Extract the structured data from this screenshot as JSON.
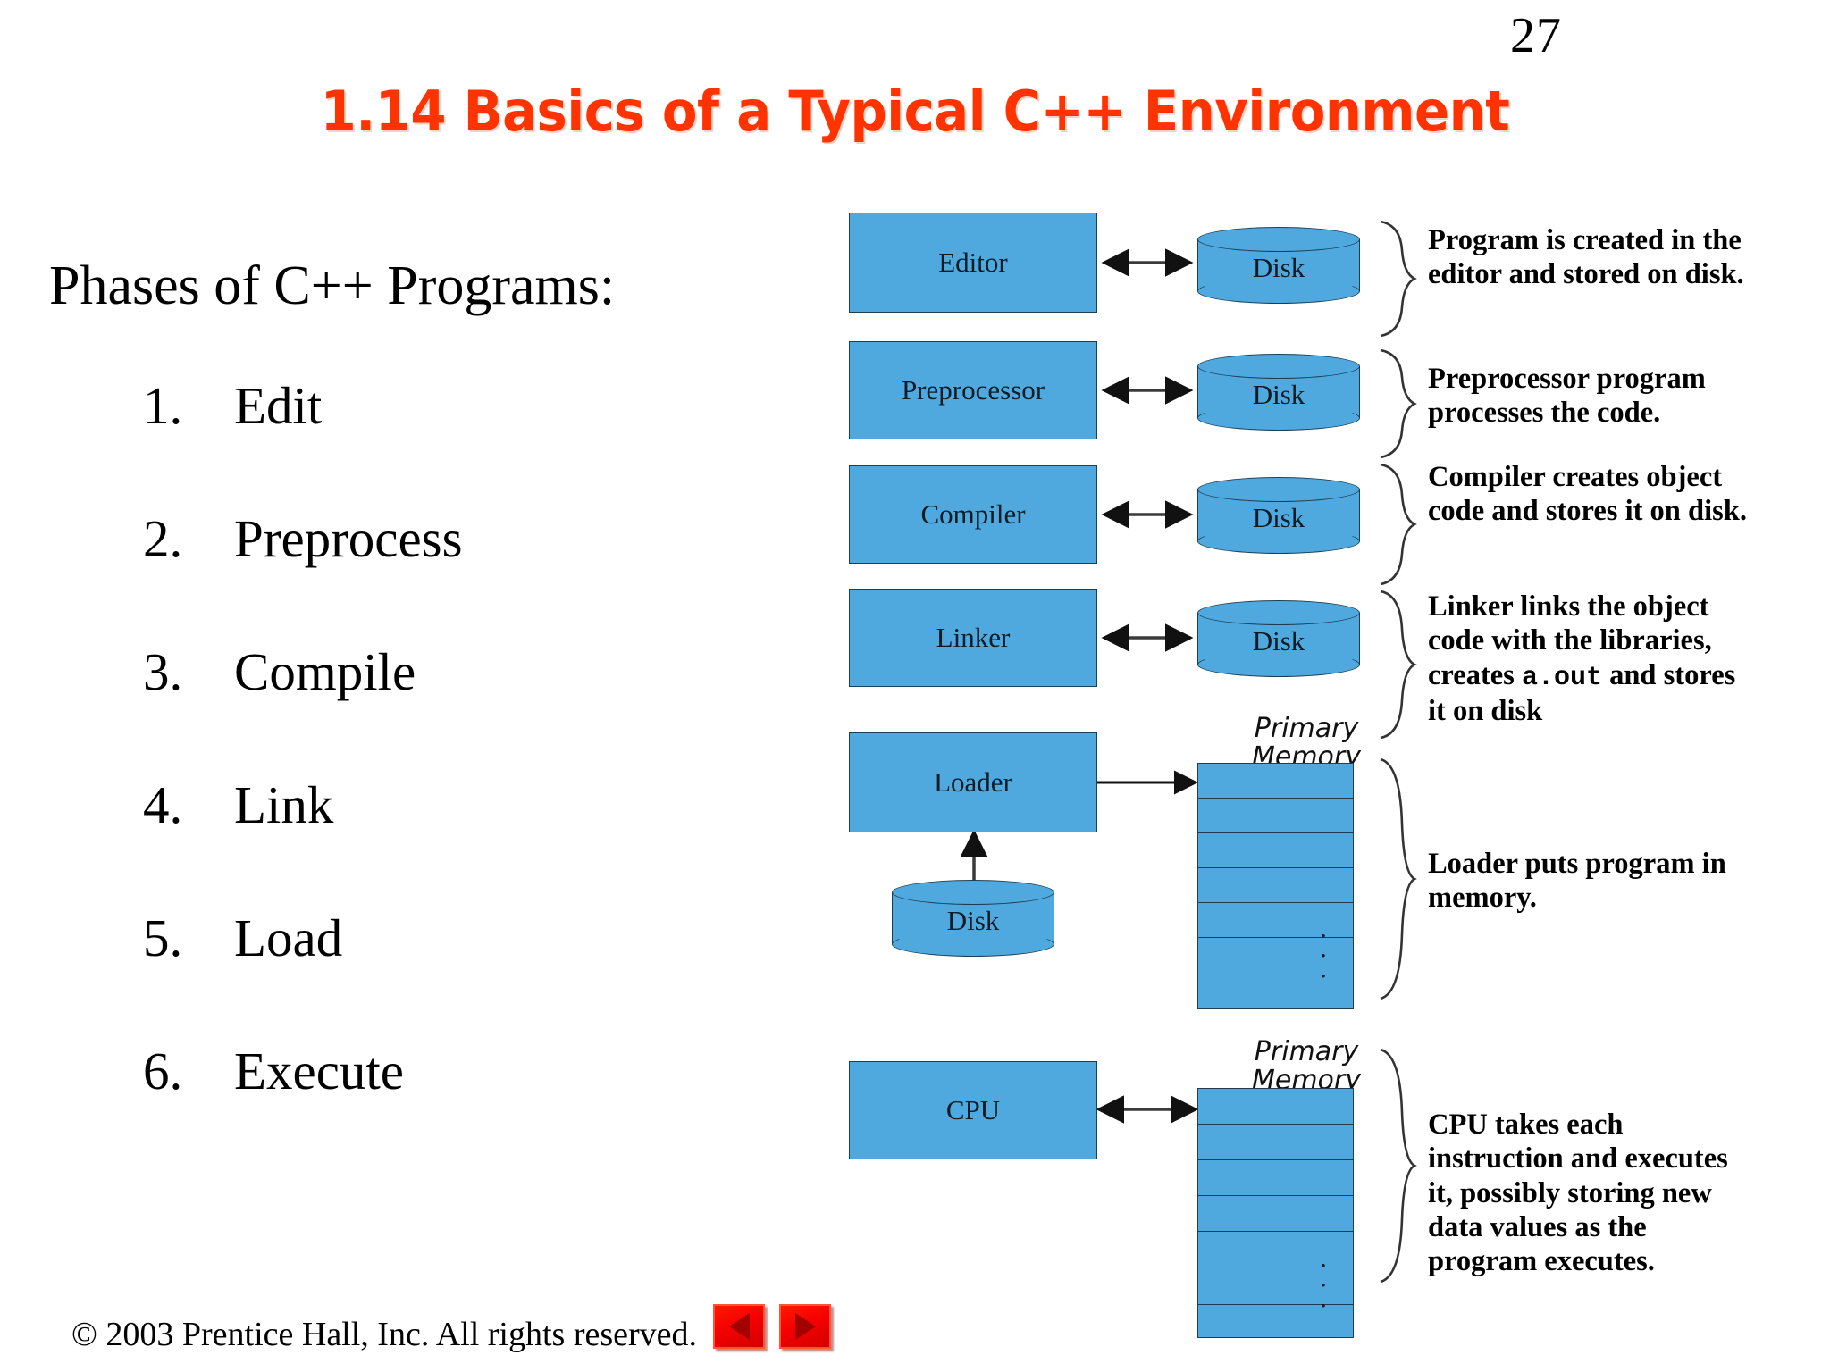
{
  "slide": {
    "page_number": "27",
    "title": "1.14 Basics of a Typical C++ Environment",
    "title_color": "#FF3300",
    "box_fill_color": "#4FA9DE",
    "box_border_color": "#1C3F55",
    "background_color": "#FFFFFF"
  },
  "left": {
    "heading": "Phases of C++ Programs:",
    "phases": [
      {
        "num": "1.",
        "label": "Edit"
      },
      {
        "num": "2.",
        "label": "Preprocess"
      },
      {
        "num": "3.",
        "label": "Compile"
      },
      {
        "num": "4.",
        "label": "Link"
      },
      {
        "num": "5.",
        "label": "Load"
      },
      {
        "num": "6.",
        "label": "Execute"
      }
    ]
  },
  "diagram": {
    "stages": [
      {
        "box": "Editor",
        "target": "Disk",
        "target_type": "disk",
        "arrow": "double"
      },
      {
        "box": "Preprocessor",
        "target": "Disk",
        "target_type": "disk",
        "arrow": "double"
      },
      {
        "box": "Compiler",
        "target": "Disk",
        "target_type": "disk",
        "arrow": "double"
      },
      {
        "box": "Linker",
        "target": "Disk",
        "target_type": "disk",
        "arrow": "double"
      },
      {
        "box": "Loader",
        "target": "Primary Memory",
        "target_type": "memory",
        "arrow": "single-right",
        "source_disk": "Disk",
        "source_arrow": "single-up"
      },
      {
        "box": "CPU",
        "target": "Primary Memory",
        "target_type": "memory",
        "arrow": "double"
      }
    ],
    "memory_title": "Primary\nMemory",
    "memory_dots": "· · ·"
  },
  "annotations": [
    {
      "id": "editor-note",
      "text": "Program is created in the editor and stored on disk."
    },
    {
      "id": "preprocessor-note",
      "text": "Preprocessor program processes the code."
    },
    {
      "id": "compiler-note",
      "text": "Compiler creates object code and stores it on disk."
    },
    {
      "id": "linker-note-pre",
      "text": "Linker links the object code with the libraries, creates ",
      "mono": "a.out",
      "post": " and stores it on disk"
    },
    {
      "id": "loader-note",
      "text": "Loader puts program in memory."
    },
    {
      "id": "cpu-note",
      "text": "CPU takes each instruction and executes it, possibly storing new data values as the program executes."
    }
  ],
  "footer": {
    "copyright": "© 2003 Prentice Hall, Inc.  All rights reserved.",
    "prev_label": "Previous slide",
    "next_label": "Next slide"
  }
}
